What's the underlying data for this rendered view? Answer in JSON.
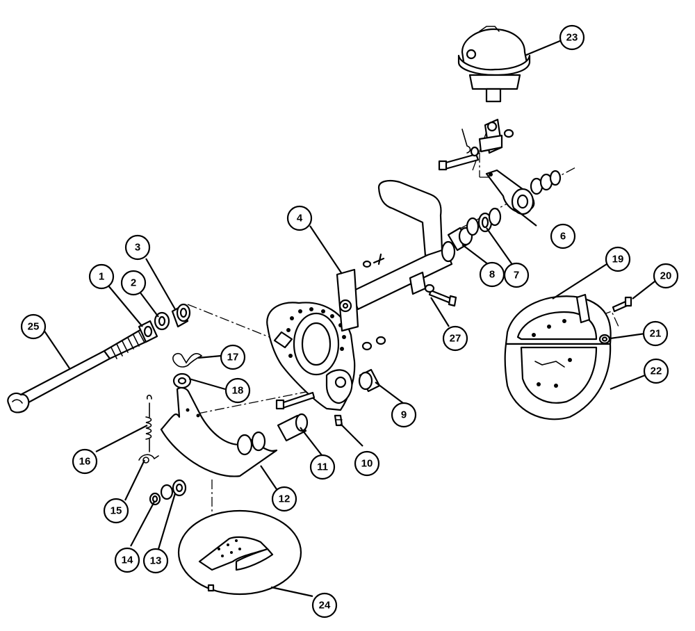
{
  "diagram": {
    "callouts": [
      {
        "id": "1",
        "label": "1"
      },
      {
        "id": "2",
        "label": "2"
      },
      {
        "id": "3",
        "label": "3"
      },
      {
        "id": "4",
        "label": "4"
      },
      {
        "id": "6",
        "label": "6"
      },
      {
        "id": "7",
        "label": "7"
      },
      {
        "id": "8",
        "label": "8"
      },
      {
        "id": "9",
        "label": "9"
      },
      {
        "id": "10",
        "label": "10"
      },
      {
        "id": "11",
        "label": "11"
      },
      {
        "id": "12",
        "label": "12"
      },
      {
        "id": "13",
        "label": "13"
      },
      {
        "id": "14",
        "label": "14"
      },
      {
        "id": "15",
        "label": "15"
      },
      {
        "id": "16",
        "label": "16"
      },
      {
        "id": "17",
        "label": "17"
      },
      {
        "id": "18",
        "label": "18"
      },
      {
        "id": "19",
        "label": "19"
      },
      {
        "id": "20",
        "label": "20"
      },
      {
        "id": "21",
        "label": "21"
      },
      {
        "id": "22",
        "label": "22"
      },
      {
        "id": "23",
        "label": "23"
      },
      {
        "id": "24",
        "label": "24"
      },
      {
        "id": "25",
        "label": "25"
      },
      {
        "id": "27",
        "label": "27"
      }
    ]
  }
}
